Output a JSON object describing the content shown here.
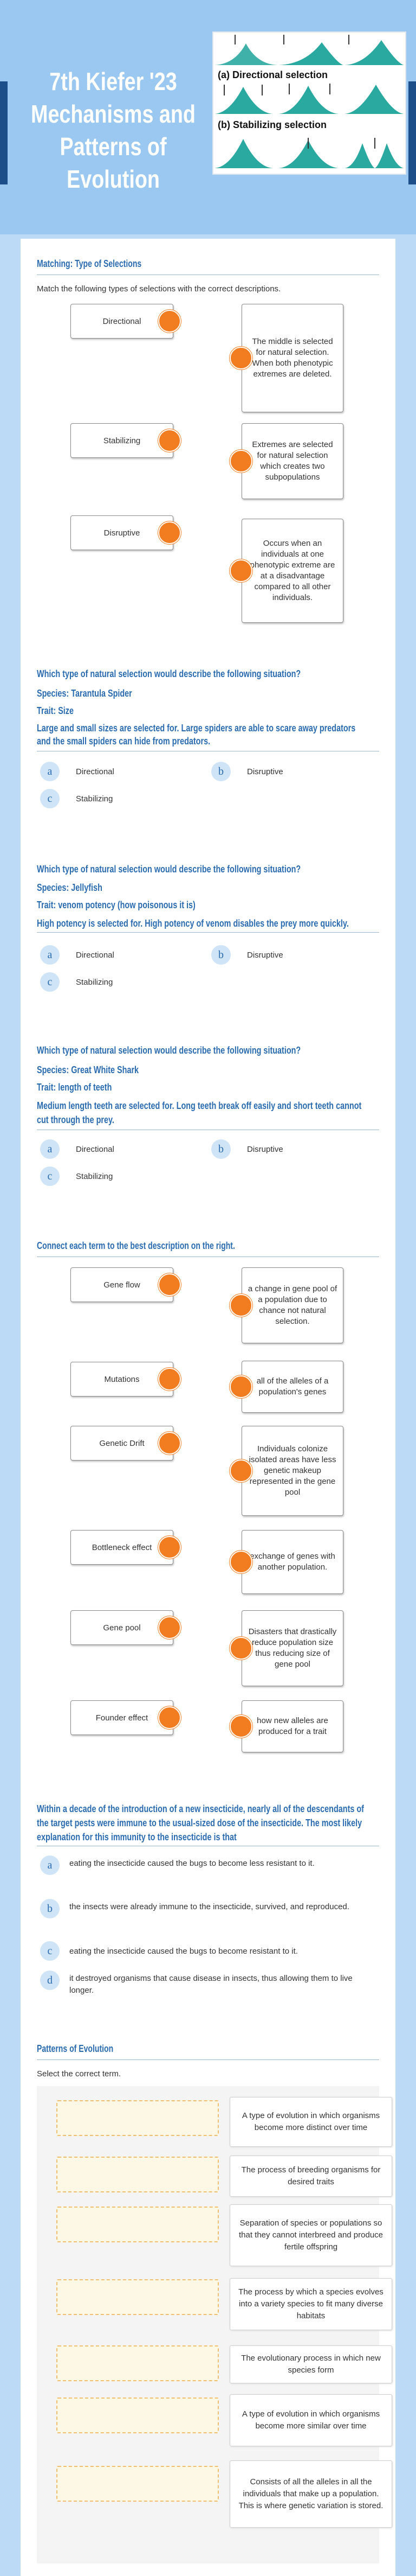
{
  "header": {
    "title_line1": "7th Kiefer '23",
    "title_line2": "Mechanisms and",
    "title_line3": "Patterns of Evolution",
    "image_caption_a": "(a) Directional selection",
    "image_caption_b": "(b) Stabilizing selection"
  },
  "matching_types": {
    "title": "Matching: Type of Selections",
    "instructions": "Match the following types of selections with the correct descriptions.",
    "left": [
      "Directional",
      "Stabilizing",
      "Disruptive"
    ],
    "right": [
      "The middle is selected for natural selection. When both phenotypic extremes are deleted.",
      "Extremes are selected for natural selection which creates two subpopulations",
      "Occurs when an individuals at one phenotypic extreme are at a disadvantage compared to all other individuals."
    ]
  },
  "q1": {
    "question": "Which type of natural selection would describe the following situation?",
    "species": "Species: Tarantula Spider",
    "trait": "Trait: Size",
    "desc1": "Large and small sizes are selected for.  Large spiders are able to scare away predators",
    "desc2": "and the small spiders can hide from predators.",
    "options": [
      {
        "badge": "a",
        "label": "Directional"
      },
      {
        "badge": "b",
        "label": "Disruptive"
      },
      {
        "badge": "c",
        "label": "Stabilizing"
      }
    ]
  },
  "q2": {
    "question": "Which type of natural selection would describe the following situation?",
    "species": "Species: Jellyfish",
    "trait": "Trait: venom potency (how poisonous it is)",
    "desc1": "High potency is selected for.  High potency of venom disables the prey more quickly.",
    "options": [
      {
        "badge": "a",
        "label": "Directional"
      },
      {
        "badge": "b",
        "label": "Disruptive"
      },
      {
        "badge": "c",
        "label": "Stabilizing"
      }
    ]
  },
  "q3": {
    "question": "Which type of natural selection would describe the following situation?",
    "species": "Species: Great White Shark",
    "trait": "Trait: length of teeth",
    "desc1": "Medium length teeth are selected for.  Long teeth break off easily and short teeth cannot",
    "desc2": "cut through the prey.",
    "options": [
      {
        "badge": "a",
        "label": "Directional"
      },
      {
        "badge": "b",
        "label": "Disruptive"
      },
      {
        "badge": "c",
        "label": "Stabilizing"
      }
    ]
  },
  "terms": {
    "title": "Connect each term to the best description on the right.",
    "left": [
      "Gene flow",
      "Mutations",
      "Genetic Drift",
      "Bottleneck effect",
      "Gene pool",
      "Founder effect"
    ],
    "right": [
      "a change in gene pool of a population due to chance not natural selection.",
      "all of the alleles of a population's genes",
      "Individuals colonize isolated areas have less genetic makeup represented in the gene pool",
      "exchange of genes with another population.",
      "Disasters that drastically reduce population size thus reducing size of gene pool",
      "how new alleles are produced for a trait"
    ]
  },
  "insecticide": {
    "q1": "Within a decade of the introduction of a new insecticide, nearly all of the descendants of",
    "q2": "the target pests were immune to the usual-sized dose of the insecticide.  The most likely",
    "q3": "explanation for this immunity to the insecticide is that",
    "options": [
      {
        "badge": "a",
        "label": "eating the insecticide caused the bugs to become less resistant to it."
      },
      {
        "badge": "b",
        "label": "the insects were already immune to the insecticide, survived, and reproduced."
      },
      {
        "badge": "c",
        "label": "eating the insecticide caused the bugs to become resistant to it."
      },
      {
        "badge": "d",
        "label": "it destroyed organisms that cause disease in insects, thus allowing them to live longer."
      }
    ]
  },
  "patterns": {
    "title": "Patterns of Evolution",
    "instructions": "Select the correct term.",
    "definitions": [
      "A type of evolution in which organisms become more distinct over time",
      "The process of breeding organisms for desired traits",
      "Separation of species or populations so that they cannot interbreed and produce fertile offspring",
      "The process by which a species evolves into a variety species to fit many diverse habitats",
      "The evolutionary process in which new species form",
      "A type of evolution in which organisms become more similar over time",
      "Consists of all the alleles in all the individuals that make up a population. This is where genetic variation is stored."
    ]
  }
}
